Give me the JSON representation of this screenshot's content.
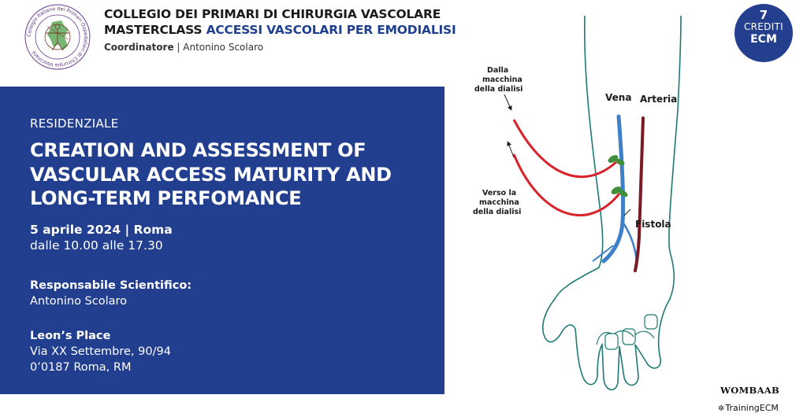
{
  "logo": {
    "icon": "vitruvian-man-seal-icon",
    "ring_text": "Collegio Italiano dei Primari Ospedalieri di Chirurgia Vascolare"
  },
  "header": {
    "line1": "COLLEGIO DEI PRIMARI DI CHIRURGIA VASCOLARE",
    "line2_prefix": "MASTERCLASS ",
    "line2_accent": "ACCESSI VASCOLARI PER EMODIALISI",
    "coord_label": "Coordinatore",
    "coord_sep": " | ",
    "coord_name": "Antonino Scolaro"
  },
  "badge": {
    "number": "7",
    "line1": "CREDITI",
    "line2": "ECM"
  },
  "event": {
    "kicker": "RESIDENZIALE",
    "title_lines": [
      "CREATION AND ASSESSMENT OF",
      "VASCULAR ACCESS MATURITY AND",
      "LONG-TERM PERFOMANCE"
    ],
    "date": "5 aprile 2024 | Roma",
    "time": "dalle 10.00 alle 17.30",
    "responsabile_label": "Responsabile Scientifico:",
    "responsabile_name": "Antonino Scolaro",
    "venue_name": "Leon’s Place",
    "venue_address_1": "Via XX Settembre, 90/94",
    "venue_address_2": "0’0187 Roma, RM"
  },
  "illustration": {
    "label_from": [
      "Dalla",
      "macchina",
      "della dialisi"
    ],
    "label_to": [
      "Verso la",
      "macchina",
      "della dialisi"
    ],
    "label_vein": "Vena",
    "label_artery": "Arteria",
    "label_fistula": "Fistola",
    "colors": {
      "outline": "#1d7a74",
      "vein": "#3d7fc9",
      "artery": "#7a1a22",
      "tube": "#d8232a",
      "needle": "#3f8f3a"
    }
  },
  "brands": {
    "brand1": "WOMBAAB",
    "brand2_icon": "star-burst-icon",
    "brand2": "TrainingECM"
  }
}
